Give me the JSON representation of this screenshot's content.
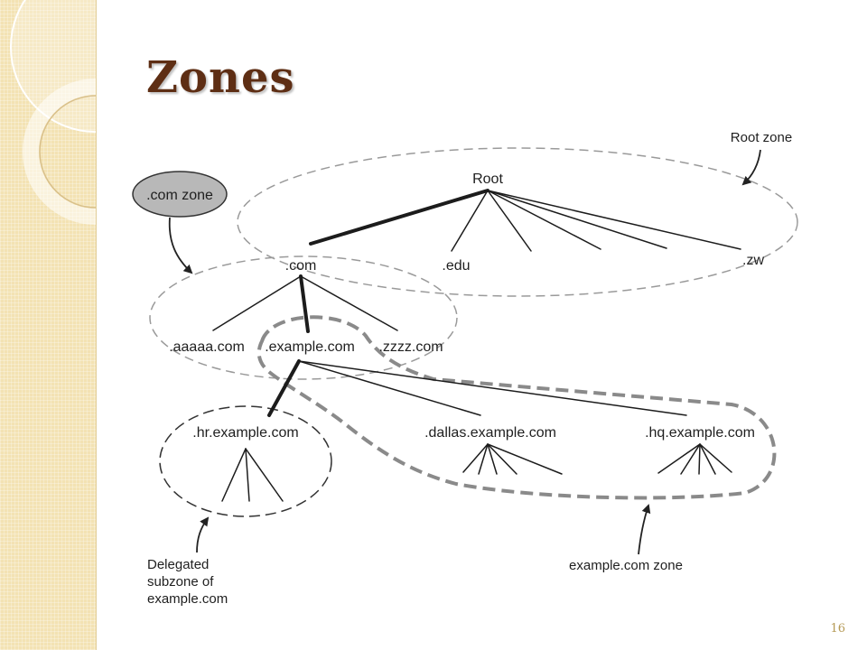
{
  "slide": {
    "title": "Zones",
    "page_number": "16"
  },
  "diagram": {
    "nodes": {
      "root": "Root",
      "com": ".com",
      "edu": ".edu",
      "zw": ".zw",
      "aaaaa": ".aaaaa.com",
      "example": ".example.com",
      "zzzz": ".zzzz.com",
      "hr": ".hr.example.com",
      "dallas": ".dallas.example.com",
      "hq": ".hq.example.com"
    },
    "callouts": {
      "root_zone": "Root zone",
      "com_zone": ".com zone",
      "delegated_line1": "Delegated",
      "delegated_line2": "subzone of",
      "delegated_line3": "example.com",
      "example_zone": "example.com zone"
    }
  },
  "colors": {
    "title": "#5e2e14",
    "side_band": "#f3e2b3",
    "dashed_zone": "#999999",
    "thick_zone": "#8a8a8a",
    "com_zone_bubble": "#b8b8b8"
  }
}
